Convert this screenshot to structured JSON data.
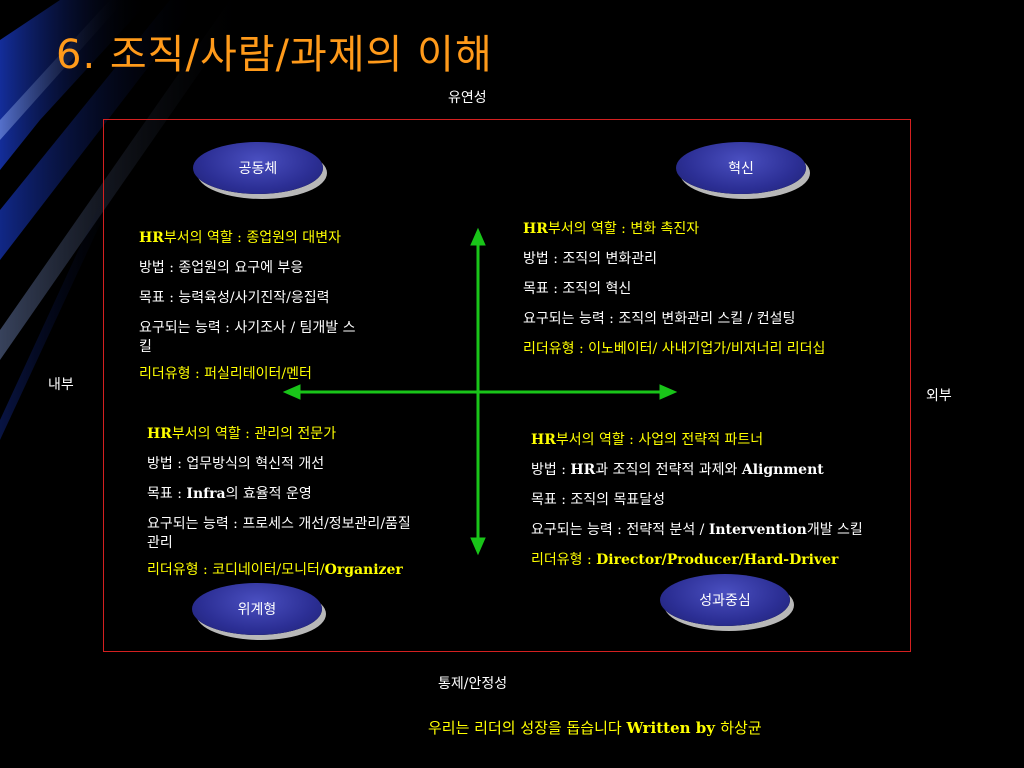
{
  "title": "6. 조직/사람/과제의 이해",
  "axes": {
    "top": "유연성",
    "bottom": "통제/안정성",
    "left": "내부",
    "right": "외부"
  },
  "quadrants": {
    "top_left": {
      "oval": "공동체",
      "role_prefix": "HR",
      "role_text": "부서의  역할 : 종업원의 대변자",
      "method": "방법 : 종업원의 요구에 부응",
      "goal": "목표 : 능력육성/사기진작/응집력",
      "ability_line1": "요구되는 능력 : 사기조사 / 팀개발 스",
      "ability_line2": "킬",
      "leader": "리더유형 : 퍼실리테이터/멘터"
    },
    "top_right": {
      "oval": "혁신",
      "role_prefix": "HR",
      "role_text": "부서의  역할 : 변화 촉진자",
      "method": "방법 : 조직의 변화관리",
      "goal": "목표 : 조직의 혁신",
      "ability": "요구되는 능력 : 조직의 변화관리 스킬 / 컨설팅",
      "leader": "리더유형 : 이노베이터/ 사내기업가/비저너리 리더십"
    },
    "bottom_left": {
      "oval": "위계형",
      "role_prefix": "HR",
      "role_text": "부서의  역할 : 관리의 전문가",
      "method": "방법 : 업무방식의 혁신적 개선",
      "goal_prefix": "목표 : ",
      "goal_en": "Infra",
      "goal_suffix": "의 효율적 운영",
      "ability_line1": "요구되는 능력 : 프로세스 개선/정보관리/품질",
      "ability_line2": "관리",
      "leader_prefix": "리더유형 : 코디네이터/모니터/",
      "leader_en": "Organizer"
    },
    "bottom_right": {
      "oval": "성과중심",
      "role_prefix": "HR",
      "role_text": "부서의  역할 : 사업의 전략적 파트너",
      "method_prefix": "방법 : ",
      "method_en1": "HR",
      "method_mid": "과 조직의 전략적 과제와 ",
      "method_en2": "Alignment",
      "goal": "목표 : 조직의 목표달성",
      "ability_prefix": "요구되는 능력 : 전략적 분석 / ",
      "ability_en": "Intervention",
      "ability_suffix": "개발 스킬",
      "leader_prefix": "리더유형 : ",
      "leader_en": "Director/Producer/Hard-Driver"
    }
  },
  "footer": {
    "text": "우리는 리더의 성장을 돕습니다  ",
    "written_by": "Written by ",
    "author": "하상균"
  },
  "colors": {
    "background": "#000000",
    "title": "#ff9a1a",
    "highlight": "#ffff00",
    "frame": "#d42020",
    "arrow": "#19c419",
    "oval": "#2c2f95"
  }
}
